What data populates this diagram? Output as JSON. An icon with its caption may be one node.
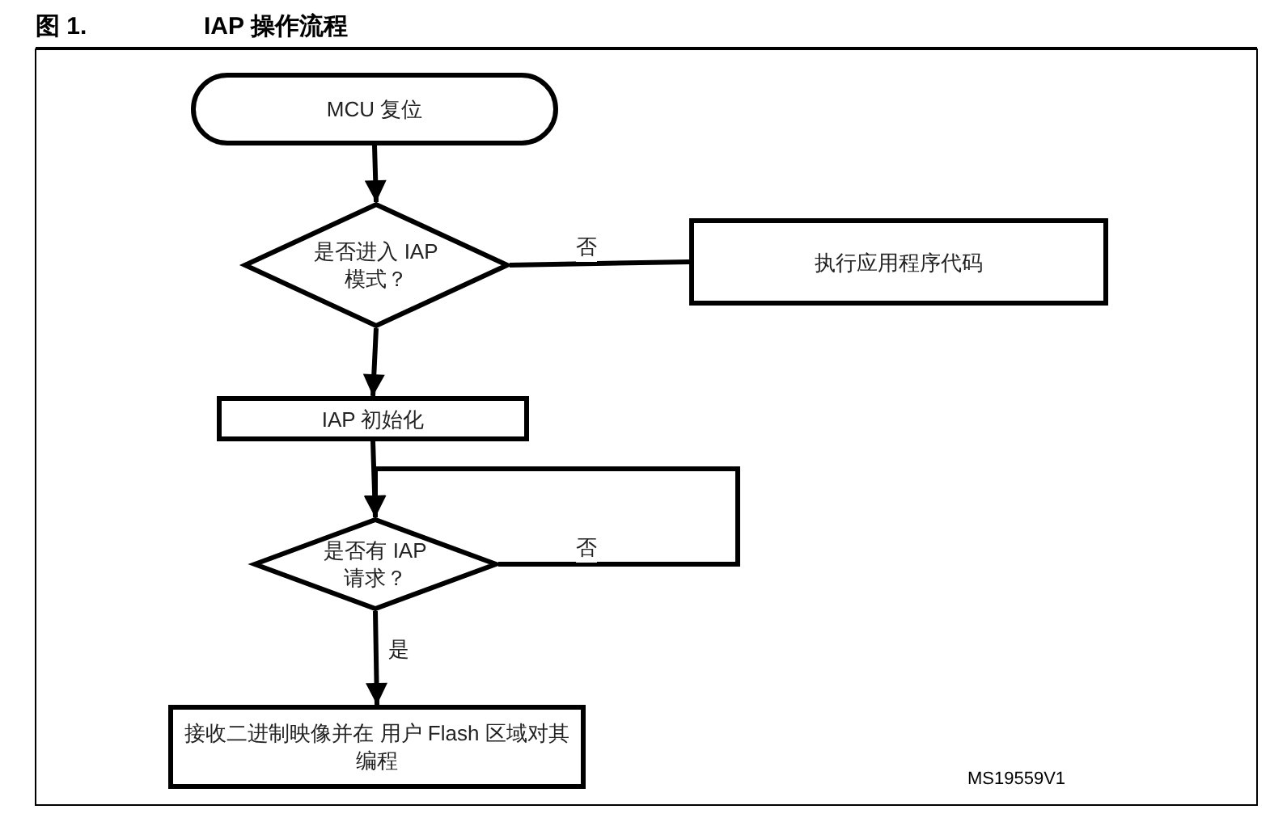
{
  "diagram": {
    "title": "IAP 操作流程",
    "nodes": [
      {
        "text": [
          "MCU 复位"
        ]
      },
      {
        "text": [
          "是否进入 IAP 模式？"
        ]
      },
      {
        "text": [
          "执行应用程序代码"
        ]
      },
      {
        "text": [
          "IAP 初始化"
        ]
      },
      {
        "text": [
          "是否有 IAP 请求？"
        ]
      },
      {
        "text": [
          "接收二进制映像并在 用户 Flash 区域对其编程"
        ]
      }
    ],
    "edges": [
      {
        "from": 0,
        "to": 1,
        "arrow": "to"
      },
      {
        "from": 1,
        "to": 2,
        "arrow": "none",
        "label": "否"
      },
      {
        "from": 1,
        "to": 3,
        "arrow": "to"
      },
      {
        "from": 3,
        "to": 4,
        "arrow": "to"
      },
      {
        "from": 4,
        "to": 4,
        "arrow": "to",
        "label": "否"
      },
      {
        "from": 4,
        "to": 5,
        "arrow": "to",
        "label": "是"
      }
    ],
    "labels": [
      "图 1.",
      "MS19559V1"
    ]
  }
}
